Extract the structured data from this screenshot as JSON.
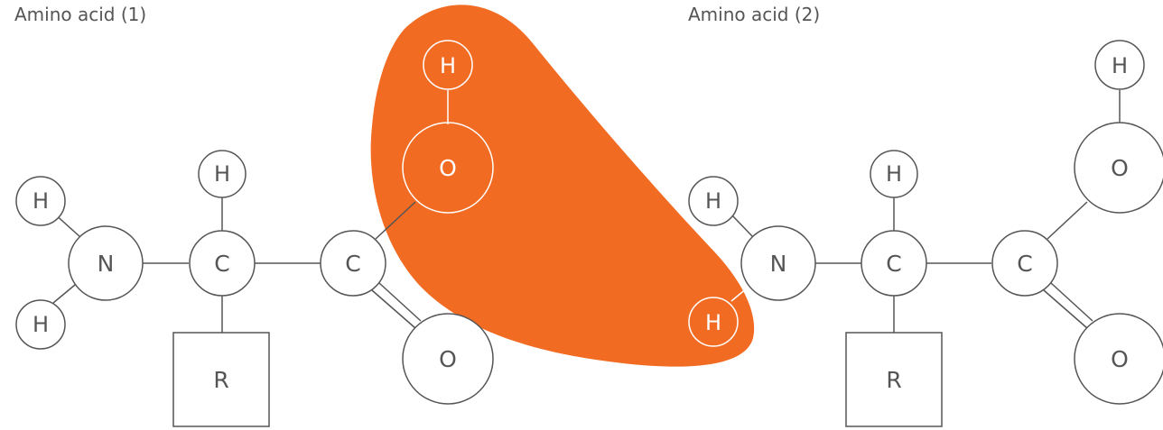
{
  "molecule1": {
    "title": "Amino acid (1)",
    "atoms": {
      "h_amine_top": "H",
      "h_amine_bottom": "H",
      "n": "N",
      "h_alpha": "H",
      "c_alpha": "C",
      "r_group": "R",
      "c_carboxyl": "C",
      "o_hydroxyl": "O",
      "h_hydroxyl": "H",
      "o_carbonyl": "O"
    }
  },
  "molecule2": {
    "title": "Amino acid (2)",
    "atoms": {
      "h_amine_top": "H",
      "h_amine_bottom": "H",
      "n": "N",
      "h_alpha": "H",
      "c_alpha": "C",
      "r_group": "R",
      "c_carboxyl": "C",
      "o_hydroxyl": "O",
      "h_hydroxyl": "H",
      "o_carbonyl": "O"
    }
  },
  "colors": {
    "highlight": "#f26b23",
    "stroke": "#555555",
    "text": "#555555",
    "highlight_text": "#ffffff"
  }
}
